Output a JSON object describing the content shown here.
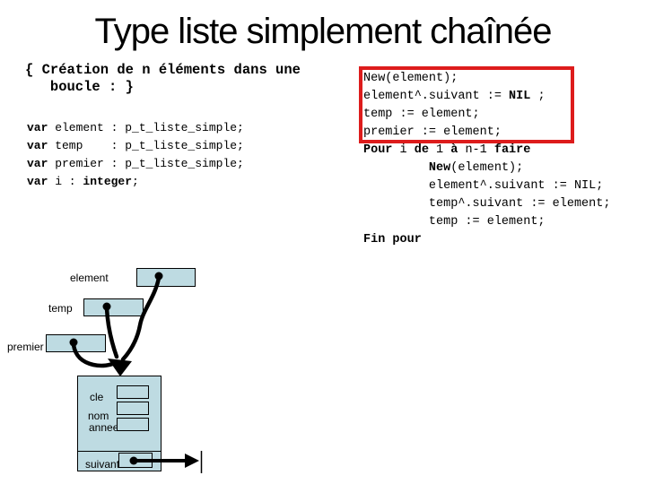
{
  "title": "Type liste simplement chaînée",
  "colors": {
    "node_fill": "#bedbe2",
    "accent_red": "#dd1c1c",
    "ink": "#000000"
  },
  "left_code": {
    "comment_lines": [
      "{ Création de n éléments dans une",
      "   boucle : }"
    ],
    "var_lines": [
      [
        {
          "b": "var"
        },
        " element : p_t_liste_simple;"
      ],
      [
        {
          "b": "var"
        },
        " temp    : p_t_liste_simple;"
      ],
      [
        {
          "b": "var"
        },
        " premier : p_t_liste_simple;"
      ],
      [
        {
          "b": "var"
        },
        " i : ",
        {
          "b": "integer"
        },
        ";"
      ]
    ]
  },
  "right_code": {
    "lines": [
      [
        "New(element);"
      ],
      [
        "element^.suivant := ",
        {
          "b": "NIL"
        },
        " ;"
      ],
      [
        "temp := element;"
      ],
      [
        "premier := element;"
      ],
      [
        {
          "b": "Pour"
        },
        " i ",
        {
          "b": "de"
        },
        " 1 ",
        {
          "b": "à"
        },
        " n-1 ",
        {
          "b": "faire"
        }
      ],
      [
        "         ",
        {
          "b": "New"
        },
        "(element);"
      ],
      [
        "         element^.suivant := NIL;"
      ],
      [
        "         temp^.suivant := element;"
      ],
      [
        "         temp := element;"
      ],
      [
        {
          "b": "Fin pour"
        }
      ]
    ]
  },
  "diagram": {
    "pointer_labels": [
      "element",
      "temp",
      "premier"
    ],
    "field_labels": [
      "cle",
      "nom",
      "annee"
    ],
    "next_label": "suivant"
  }
}
